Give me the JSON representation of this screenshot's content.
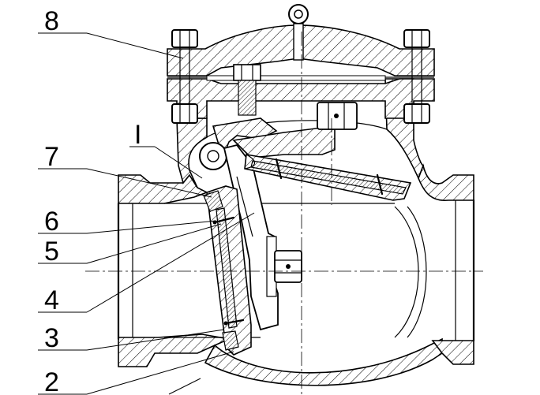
{
  "callouts": [
    {
      "id": "c8",
      "label": "8"
    },
    {
      "id": "cI",
      "label": "I"
    },
    {
      "id": "c7",
      "label": "7"
    },
    {
      "id": "c6",
      "label": "6"
    },
    {
      "id": "c5",
      "label": "5"
    },
    {
      "id": "c4",
      "label": "4"
    },
    {
      "id": "c3",
      "label": "3"
    },
    {
      "id": "c2",
      "label": "2"
    }
  ]
}
